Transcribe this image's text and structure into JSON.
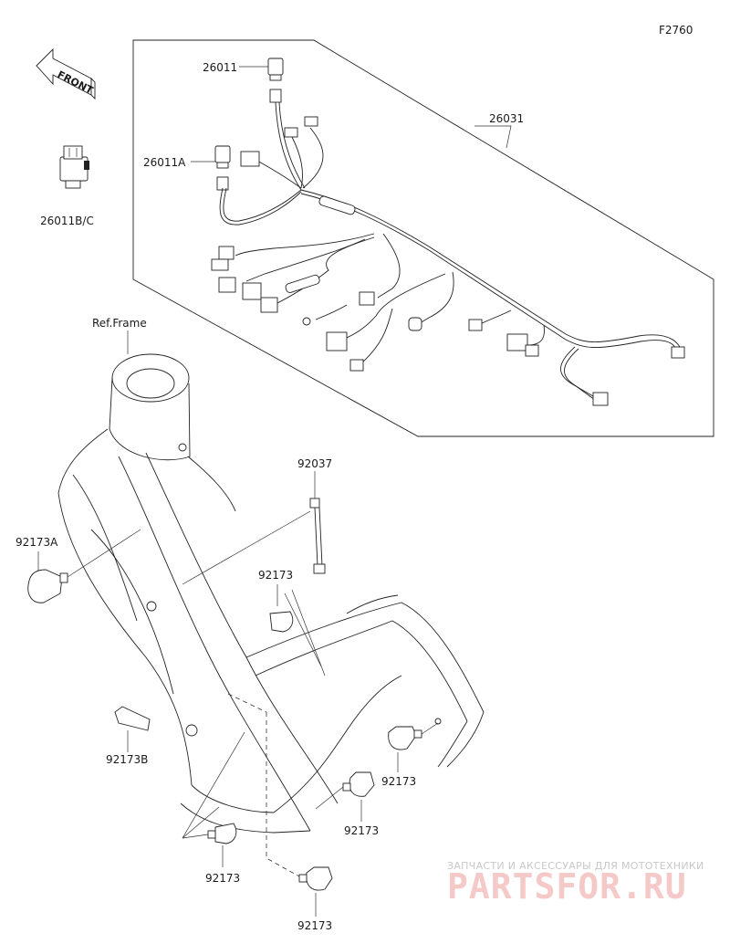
{
  "diagram_code": "F2760",
  "front_arrow_label": "FRONT",
  "ref_frame_label": "Ref.Frame",
  "callouts": {
    "p26011": "26011",
    "p26011A": "26011A",
    "p26011BC": "26011B/C",
    "p26031": "26031",
    "p92037": "92037",
    "p92173A": "92173A",
    "p92173_top": "92173",
    "p92173B": "92173B",
    "p92173_right": "92173",
    "p92173_mid": "92173",
    "p92173_left": "92173",
    "p92173_bottom": "92173"
  },
  "watermark": {
    "tagline": "ЗАПЧАСТИ И АКСЕССУАРЫ ДЛЯ МОТОТЕХНИКИ",
    "brand": "PARTSFOR.RU",
    "color": "#e05a5a"
  }
}
